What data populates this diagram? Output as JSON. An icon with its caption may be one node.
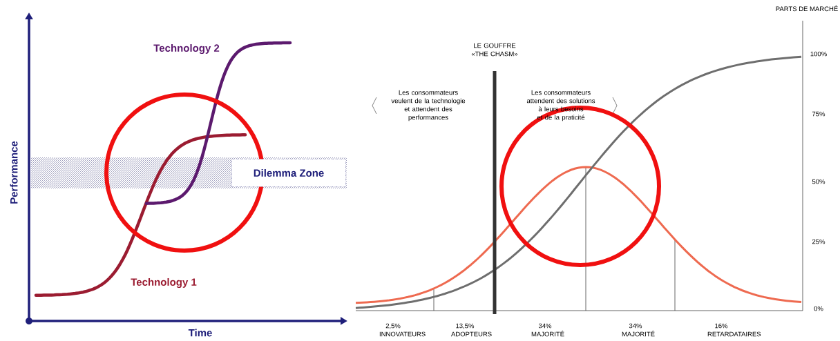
{
  "diagram": {
    "labels": [
      "Technology 2",
      "Dilemma Zone",
      "Performance",
      "Technology 1",
      "Time",
      "PARTS DE MARCHÉ",
      "LE GOUFFRE «THE CHASM»",
      "Les consommateurs veulent de la technologie et attendent des performances",
      "Les consommateurs attendent des solutions à leurs besoins et de la praticité",
      "100%",
      "75%",
      "50%",
      "25%",
      "0%",
      "2,5% INNOVATEURS",
      "13,5% ADOPTEURS",
      "34% MAJORITÉ",
      "34% MAJORITÉ",
      "16% RETARDATAIRES"
    ]
  }
}
